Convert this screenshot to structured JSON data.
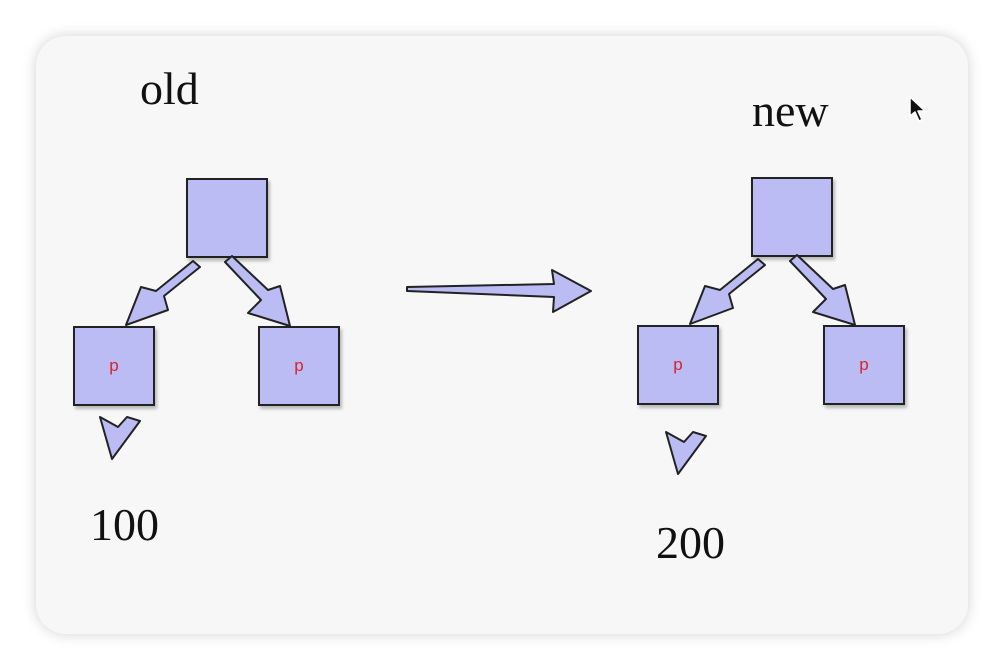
{
  "old": {
    "title": "old",
    "left_child_label": "p",
    "right_child_label": "p",
    "value": "100"
  },
  "new": {
    "title": "new",
    "left_child_label": "p",
    "right_child_label": "p",
    "value": "200"
  },
  "colors": {
    "box_fill": "#bcbcf4",
    "pointer_label": "#d8232a",
    "outline": "#222222",
    "background": "#f7f7f7"
  },
  "icons": [
    "arrow-icon",
    "cursor-icon"
  ]
}
